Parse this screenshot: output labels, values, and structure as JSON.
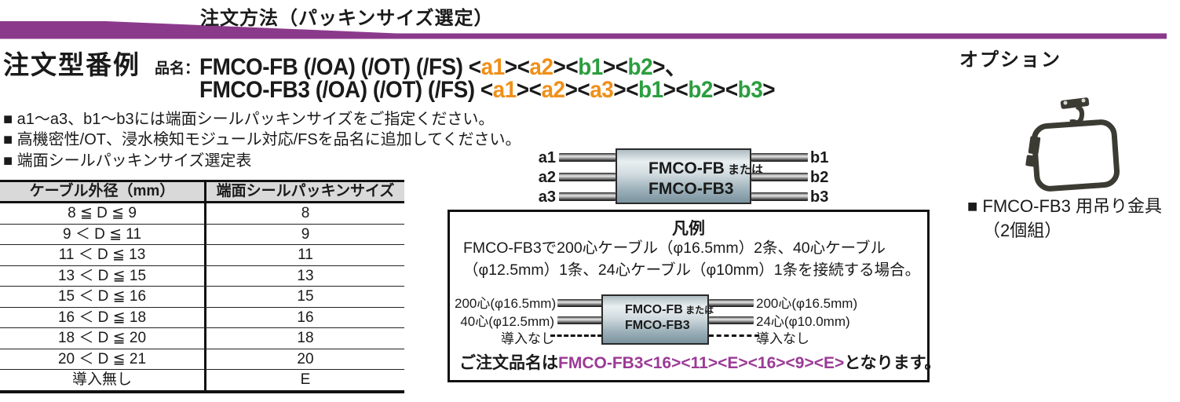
{
  "colors": {
    "ribbon_purple": "#8b3a8b",
    "segment_orange": "#ef9019",
    "segment_green": "#2b9e3f",
    "order_name_purple": "#9b3a96",
    "table_header_bg": "#d9d9d9"
  },
  "header": {
    "title": "注文方法（パッキンサイズ選定）"
  },
  "order_example": {
    "heading": "注文型番例",
    "label": "品名：",
    "line1": [
      {
        "t": "FMCO-FB (/OA) (/OT) (/FS) ",
        "k": "black"
      },
      {
        "t": "<",
        "k": "black"
      },
      {
        "t": "a1",
        "k": "orange"
      },
      {
        "t": ">",
        "k": "black"
      },
      {
        "t": "<",
        "k": "black"
      },
      {
        "t": "a2",
        "k": "orange"
      },
      {
        "t": ">",
        "k": "black"
      },
      {
        "t": "<",
        "k": "black"
      },
      {
        "t": "b1",
        "k": "green"
      },
      {
        "t": ">",
        "k": "black"
      },
      {
        "t": "<",
        "k": "black"
      },
      {
        "t": "b2",
        "k": "green"
      },
      {
        "t": ">",
        "k": "black"
      },
      {
        "t": "、",
        "k": "black"
      }
    ],
    "line2": [
      {
        "t": "FMCO-FB3 (/OA) (/OT) (/FS) ",
        "k": "black"
      },
      {
        "t": "<",
        "k": "black"
      },
      {
        "t": "a1",
        "k": "orange"
      },
      {
        "t": ">",
        "k": "black"
      },
      {
        "t": "<",
        "k": "black"
      },
      {
        "t": "a2",
        "k": "orange"
      },
      {
        "t": ">",
        "k": "black"
      },
      {
        "t": "<",
        "k": "black"
      },
      {
        "t": "a3",
        "k": "orange"
      },
      {
        "t": ">",
        "k": "black"
      },
      {
        "t": "<",
        "k": "black"
      },
      {
        "t": "b1",
        "k": "green"
      },
      {
        "t": ">",
        "k": "black"
      },
      {
        "t": "<",
        "k": "black"
      },
      {
        "t": "b2",
        "k": "green"
      },
      {
        "t": ">",
        "k": "black"
      },
      {
        "t": "<",
        "k": "black"
      },
      {
        "t": "b3",
        "k": "green"
      },
      {
        "t": ">",
        "k": "black"
      }
    ]
  },
  "bullets": {
    "items": [
      "■ a1～a3、b1～b3には端面シールパッキンサイズをご指定ください。",
      "■ 高機密性/OT、浸水検知モジュール対応/FSを品名に追加してください。",
      "■ 端面シールパッキンサイズ選定表"
    ]
  },
  "order_table": {
    "headers": [
      "ケーブル外径（mm）",
      "端面シールパッキンサイズ"
    ],
    "rows": [
      [
        "8 ≦ D ≦ 9",
        "8"
      ],
      [
        "9 ＜ D ≦ 11",
        "9"
      ],
      [
        "11 ＜ D ≦ 13",
        "11"
      ],
      [
        "13 ＜ D ≦ 15",
        "13"
      ],
      [
        "15 ＜ D ≦ 16",
        "15"
      ],
      [
        "16 ＜ D ≦ 18",
        "16"
      ],
      [
        "18 ＜ D ≦ 20",
        "18"
      ],
      [
        "20 ＜ D ≦ 21",
        "20"
      ],
      [
        "導入無し",
        "E"
      ]
    ]
  },
  "diagram": {
    "left_labels": [
      "a1",
      "a2",
      "a3"
    ],
    "right_labels": [
      "b1",
      "b2",
      "b3"
    ],
    "closure": {
      "name1": "FMCO-FB",
      "or": " または",
      "name2": "FMCO-FB3"
    }
  },
  "legend": {
    "title": "凡例",
    "description_lines": [
      "FMCO-FB3で200心ケーブル（φ16.5mm）2条、40心ケーブル",
      "（φ12.5mm）1条、24心ケーブル（φ10mm）1条を接続する場合。"
    ],
    "left_labels": [
      "200心(φ16.5mm)",
      "40心(φ12.5mm)",
      "導入なし"
    ],
    "right_labels": [
      "200心(φ16.5mm)",
      "24心(φ10.0mm)",
      "導入なし"
    ],
    "order_sentence": [
      {
        "t": "ご注文品名は",
        "k": "black"
      },
      {
        "t": "FMCO-FB3<16><11><E><16><9><E>",
        "k": "purple"
      },
      {
        "t": "となります。",
        "k": "black"
      }
    ]
  },
  "option": {
    "heading": "オプション",
    "caption_line1": "■ FMCO-FB3 用吊り金具",
    "caption_line2": "（2個組）"
  }
}
